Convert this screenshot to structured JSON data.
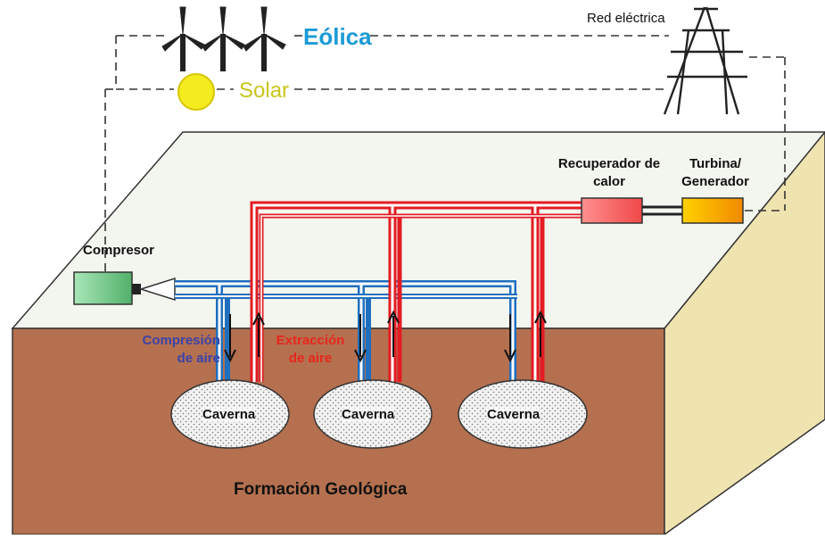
{
  "labels": {
    "eolica": "Eólica",
    "solar": "Solar",
    "red_electrica": "Red eléctrica",
    "compresor": "Compresor",
    "recuperador": "Recuperador de calor",
    "turbina": "Turbina/ Generador",
    "compresion": "Compresión de aire",
    "extraccion": "Extracción de aire",
    "caverna": "Caverna",
    "formacion": "Formación Geológica"
  },
  "colors": {
    "wind_label": "#1a9ad6",
    "solar_label": "#c9c51a",
    "compression_label": "#3a43a8",
    "extraction_label": "#e8261c",
    "air_pipe_blue": "#1f6fbf",
    "hot_pipe_red": "#e31b23",
    "ground": "#b5704f",
    "surface": "#f3f6ee",
    "side": "#efe3b0"
  },
  "icons": [
    "wind-turbine-icon",
    "sun-icon",
    "power-pylon-icon"
  ]
}
